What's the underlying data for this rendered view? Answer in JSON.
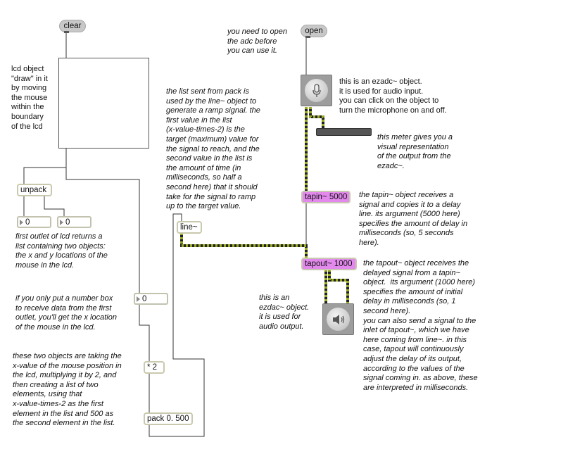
{
  "buttons": {
    "clear": "clear",
    "open": "open"
  },
  "objects": {
    "unpack": "unpack",
    "times2": "* 2",
    "pack": "pack 0. 500",
    "line": "line~",
    "tapin": "tapin~ 5000",
    "tapout": "tapout~ 1000"
  },
  "numbers": {
    "x_out": "0",
    "y_out": "0",
    "x_only": "0"
  },
  "icons": {
    "ezadc": "microphone-icon",
    "ezdac": "speaker-icon"
  },
  "comments": {
    "lcd": "lcd object\n\"draw\" in it\nby moving\nthe mouse\nwithin the\nboundary\nof the lcd",
    "adc_open": "you need to open\nthe adc before\nyou can use it.",
    "line_ramp": "the list sent from pack is\nused by the line~ object to\ngenerate a ramp signal. the\nfirst value in the list\n(x-value-times-2) is the\ntarget (maximum) value for\nthe signal to reach, and the\nsecond value in the list is\nthe amount of time (in\nmilliseconds, so half a\nsecond here) that it should\ntake for the signal to ramp\nup to the target value.",
    "ezadc": "this is an ezadc~ object.\nit is used for audio input.\nyou can click on the object to\nturn the microphone on and off.",
    "meter": "this meter gives you a\nvisual representation\nof the output from the\nezadc~.",
    "unpack_out": "first outlet of lcd returns a\nlist containing two objects:\nthe x and y locations of the\nmouse in the lcd.",
    "tapin": "the tapin~ object receives a\nsignal and copies it to a delay\nline. its argument (5000 here)\nspecifies the amount of delay in\nmilliseconds (so, 5 seconds\nhere).",
    "tapout": "the tapout~ object receives the\ndelayed signal from a tapin~\nobject.  its argument (1000 here)\nspecifies the amount of initial\ndelay in milliseconds (so, 1\nsecond here).\nyou can also send a signal to the\ninlet of tapout~, which we have\nhere coming from line~. in this\ncase, tapout will continuously\nadjust the delay of its output,\naccording to the values of the\nsignal coming in. as above, these\nare interpreted in milliseconds.",
    "number_box": "if you only put a number box\nto receive data from the first\noutlet, you'll get the x location\nof the mouse in the lcd.",
    "ezdac": "this is an\nezdac~ object.\nit is used for\naudio output.",
    "pack_desc": "these two objects are taking the\nx-value of the mouse position in\nthe lcd, multiplying it by 2, and\nthen creating a list of two\nelements, using that\nx-value-times-2 as the first\nelement in the list and 500 as\nthe second element in the list."
  },
  "colors": {
    "signal_cord": "#99aa22",
    "signal_object": "#e389ed",
    "object_border": "#c9c9ad"
  }
}
